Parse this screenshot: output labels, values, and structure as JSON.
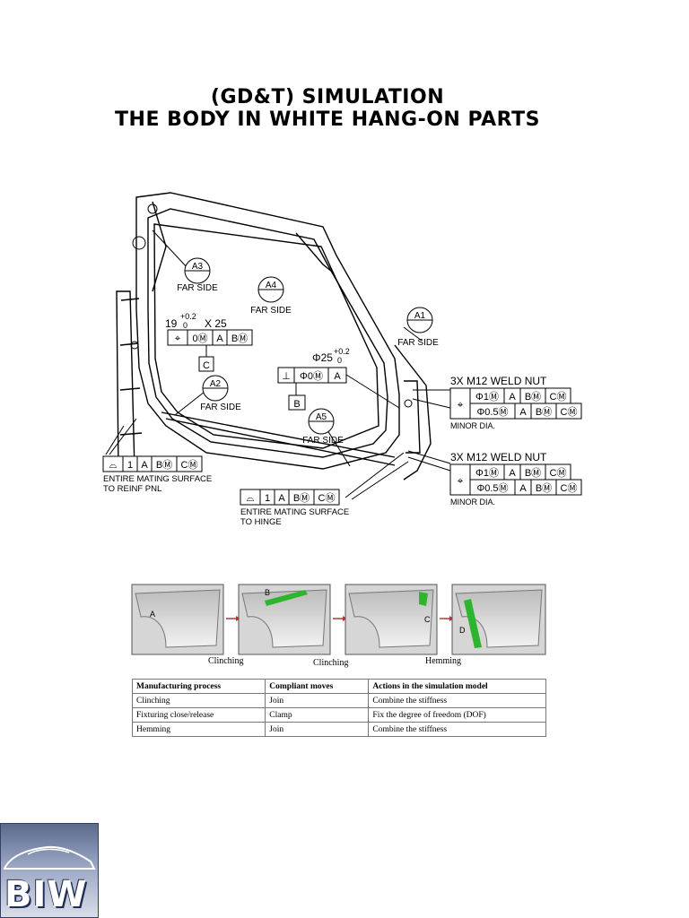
{
  "title_line1": "(GD&T) SIMULATION",
  "title_line2": "THE BODY IN WHITE HANG-ON PARTS",
  "diagram": {
    "datum_targets": [
      {
        "id": "A3",
        "label": "FAR SIDE"
      },
      {
        "id": "A4",
        "label": "FAR SIDE"
      },
      {
        "id": "A1",
        "label": "FAR SIDE"
      },
      {
        "id": "A2",
        "label": "FAR SIDE"
      },
      {
        "id": "A5",
        "label": "FAR SIDE"
      }
    ],
    "hole_c": {
      "dim": "19",
      "tol_upper": "+0.2",
      "tol_lower": "0",
      "x": "X 25",
      "frame": [
        "⌖",
        "0Ⓜ",
        "A",
        "BⓂ"
      ],
      "datum": "C"
    },
    "hole_b": {
      "dim": "Φ25",
      "tol_upper": "+0.2",
      "tol_lower": "0",
      "frame": [
        "⊥",
        "Φ0Ⓜ",
        "A"
      ],
      "datum": "B"
    },
    "weld_nut_1": {
      "label": "3X  M12 WELD NUT",
      "row1": [
        "Φ1Ⓜ",
        "A",
        "BⓂ",
        "CⓂ"
      ],
      "row2": [
        "Φ0.5Ⓜ",
        "A",
        "BⓂ",
        "CⓂ"
      ],
      "note": "MINOR DIA."
    },
    "weld_nut_2": {
      "label": "3X  M12 WELD NUT",
      "row1": [
        "Φ1Ⓜ",
        "A",
        "BⓂ",
        "CⓂ"
      ],
      "row2": [
        "Φ0.5Ⓜ",
        "A",
        "BⓂ",
        "CⓂ"
      ],
      "note": "MINOR DIA."
    },
    "surface_reinf": {
      "frame": [
        "⌓",
        "1",
        "A",
        "BⓂ",
        "CⓂ"
      ],
      "line1": "ENTIRE MATING SURFACE",
      "line2": "TO REINF PNL"
    },
    "surface_hinge": {
      "frame": [
        "⌓",
        "1",
        "A",
        "BⓂ",
        "CⓂ"
      ],
      "line1": "ENTIRE MATING SURFACE",
      "line2": "TO HINGE"
    }
  },
  "fenders": {
    "panel_letters": [
      "A",
      "B",
      "C",
      "D"
    ],
    "captions": [
      "Clinching",
      "Clinching",
      "Hemming"
    ]
  },
  "table": {
    "headers": [
      "Manufacturing process",
      "Compliant moves",
      "Actions in the simulation model"
    ],
    "rows": [
      [
        "Clinching",
        "Join",
        "Combine the stiffness"
      ],
      [
        "Fixturing close/release",
        "Clamp",
        "Fix the degree of freedom (DOF)"
      ],
      [
        "Hemming",
        "Join",
        "Combine the stiffness"
      ]
    ]
  },
  "logo_text": "BIW"
}
